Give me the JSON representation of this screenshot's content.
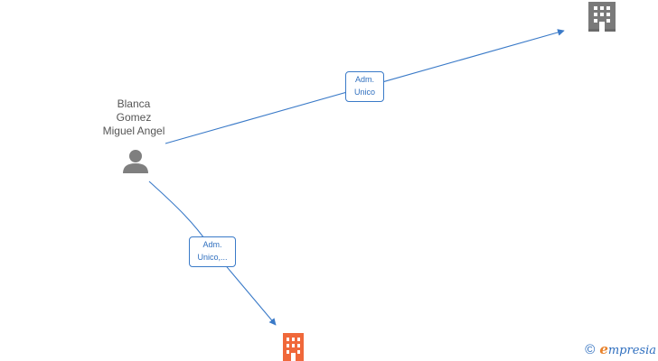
{
  "person": {
    "name_lines": [
      "Blanca",
      "Gomez",
      "Miguel Angel"
    ],
    "icon": "person-icon"
  },
  "companies": [
    {
      "icon": "building-icon",
      "color": "#7a7a7a"
    },
    {
      "icon": "building-icon",
      "color": "#f0683a"
    }
  ],
  "edges": [
    {
      "label_line1": "Adm.",
      "label_line2": "Unico"
    },
    {
      "label_line1": "Adm.",
      "label_line2": "Unico,..."
    }
  ],
  "footer": {
    "copyright_symbol": "©",
    "brand_initial": "e",
    "brand_rest": "mpresia"
  },
  "colors": {
    "edge": "#3a7ac8",
    "person": "#7f7f7f",
    "company_main": "#7a7a7a",
    "company_highlight": "#f0683a"
  }
}
